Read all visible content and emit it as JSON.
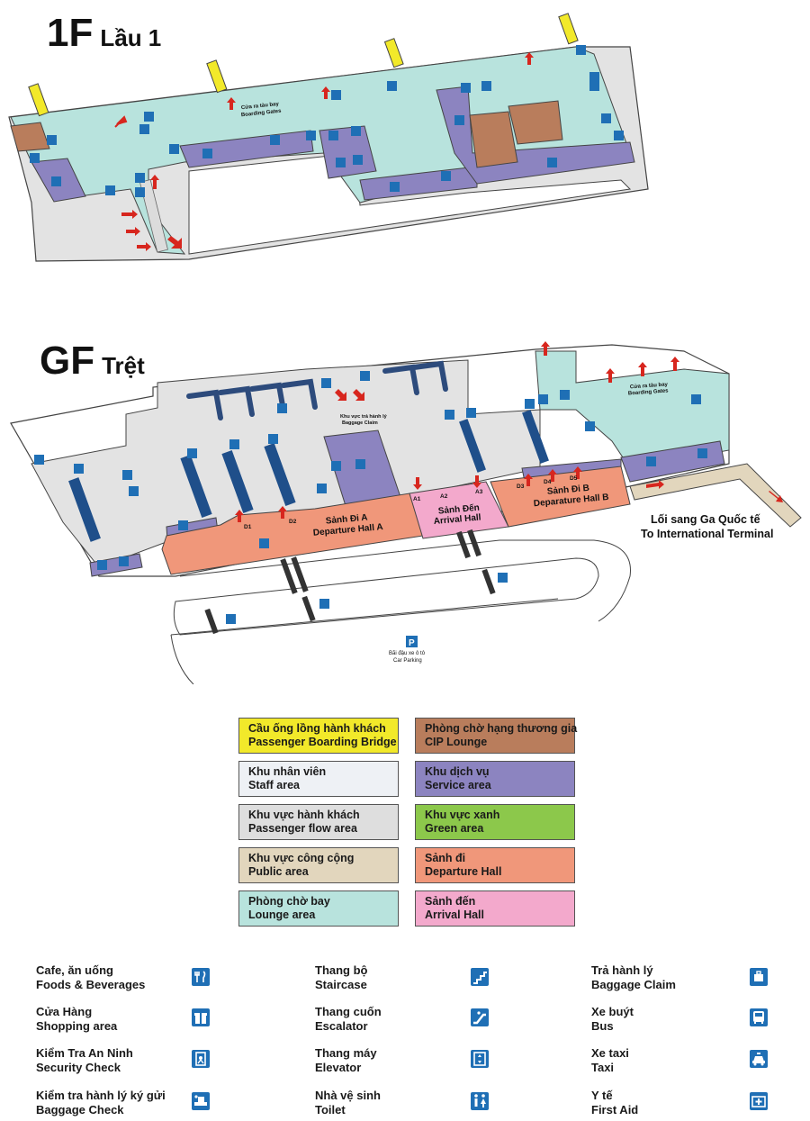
{
  "floors": {
    "first": {
      "code": "1F",
      "name": "Lầu 1",
      "boarding_label_vi": "Cửa ra tàu bay",
      "boarding_label_en": "Boarding Gates"
    },
    "ground": {
      "code": "GF",
      "name": "Trệt",
      "baggage_claim_vi": "Khu vực trả hành lý",
      "baggage_claim_en": "Baggage Claim",
      "departure_a_vi": "Sảnh Đi A",
      "departure_a_en": "Departure Hall A",
      "arrival_vi": "Sảnh Đến",
      "arrival_en": "Arrival Hall",
      "departure_b_vi": "Sảnh Đi B",
      "departure_b_en": "Deparature Hall B",
      "boarding_label_vi": "Cửa ra tàu bay",
      "boarding_label_en": "Boarding Gates",
      "international_vi": "Lối sang Ga Quốc tế",
      "international_en": "To International Terminal",
      "parking_symbol": "P",
      "parking_vi": "Bãi đậu xe ô tô",
      "parking_en": "Car Parking",
      "doors": [
        "D1",
        "D2",
        "A1",
        "A2",
        "A3",
        "D3",
        "D4",
        "D5"
      ]
    }
  },
  "area_legend": [
    {
      "vi": "Cầu ống lồng hành khách",
      "en": "Passenger Boarding Bridge",
      "color": "#f2e92a"
    },
    {
      "vi": "Phòng chờ hạng thương gia",
      "en": "CIP Lounge",
      "color": "#b97d5c"
    },
    {
      "vi": "Khu nhân viên",
      "en": "Staff area",
      "color": "#eef1f5"
    },
    {
      "vi": "Khu dịch vụ",
      "en": "Service area",
      "color": "#8c84c0"
    },
    {
      "vi": "Khu vực hành khách",
      "en": "Passenger flow area",
      "color": "#dedede"
    },
    {
      "vi": "Khu vực xanh",
      "en": "Green area",
      "color": "#8cc84b"
    },
    {
      "vi": "Khu vực công cộng",
      "en": "Public area",
      "color": "#e2d6bd"
    },
    {
      "vi": "Sảnh đi",
      "en": "Departure Hall",
      "color": "#f0977a"
    },
    {
      "vi": "Phòng chờ bay",
      "en": "Lounge area",
      "color": "#b8e3dd"
    },
    {
      "vi": "Sảnh đến",
      "en": "Arrival Hall",
      "color": "#f3a9cc"
    }
  ],
  "icon_legend": [
    {
      "vi": "Cafe, ăn uống",
      "en": "Foods & Beverages",
      "icon": "fork-knife-icon"
    },
    {
      "vi": "Thang bộ",
      "en": "Staircase",
      "icon": "staircase-icon"
    },
    {
      "vi": "Trả hành lý",
      "en": "Baggage Claim",
      "icon": "baggage-claim-icon"
    },
    {
      "vi": "Cửa Hàng",
      "en": "Shopping area",
      "icon": "gift-icon"
    },
    {
      "vi": "Thang cuốn",
      "en": "Escalator",
      "icon": "escalator-icon"
    },
    {
      "vi": "Xe buýt",
      "en": "Bus",
      "icon": "bus-icon"
    },
    {
      "vi": "Kiểm Tra An Ninh",
      "en": "Security Check",
      "icon": "security-check-icon"
    },
    {
      "vi": "Thang máy",
      "en": "Elevator",
      "icon": "elevator-icon"
    },
    {
      "vi": "Xe taxi",
      "en": "Taxi",
      "icon": "taxi-icon"
    },
    {
      "vi": "Kiểm tra hành lý ký gửi",
      "en": "Baggage Check",
      "icon": "baggage-check-icon"
    },
    {
      "vi": "Nhà vệ sinh",
      "en": "Toilet",
      "icon": "toilet-icon"
    },
    {
      "vi": "Y tế",
      "en": "First Aid",
      "icon": "first-aid-icon"
    }
  ]
}
